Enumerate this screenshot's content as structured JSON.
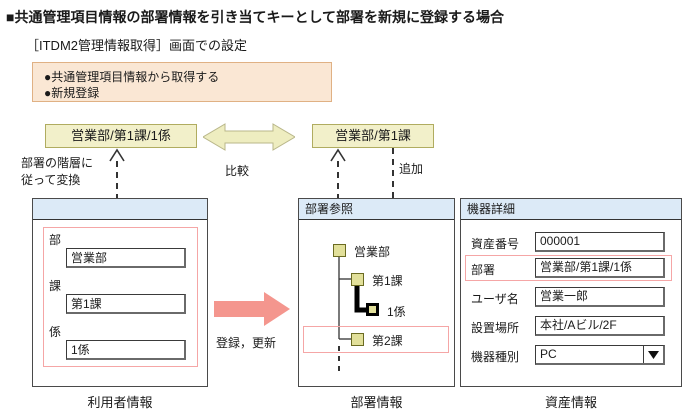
{
  "heading": "■共通管理項目情報の部署情報を引き当てキーとして部署を新規に登録する場合",
  "subheading": "［ITDM2管理情報取得］画面での設定",
  "note": {
    "lines": [
      "●共通管理項目情報から取得する",
      "●新規登録"
    ]
  },
  "keys": {
    "left": "営業部/第1課/1係",
    "right": "営業部/第1課"
  },
  "labels": {
    "compare": "比較",
    "convert_line1": "部署の階層に",
    "convert_line2": "従って変換",
    "add": "追加",
    "register": "登録，更新"
  },
  "panels": {
    "user": {
      "title": "",
      "caption": "利用者情報",
      "fields": [
        {
          "label": "部",
          "value": "営業部"
        },
        {
          "label": "課",
          "value": "第1課"
        },
        {
          "label": "係",
          "value": "1係"
        }
      ]
    },
    "dept": {
      "title": "部署参照",
      "caption": "部署情報",
      "tree": [
        {
          "label": "営業部",
          "level": 0,
          "selected": false
        },
        {
          "label": "第1課",
          "level": 1,
          "selected": false
        },
        {
          "label": "1係",
          "level": 2,
          "selected": true
        },
        {
          "label": "第2課",
          "level": 1,
          "selected": false
        }
      ]
    },
    "asset": {
      "title": "機器詳細",
      "caption": "資産情報",
      "fields": [
        {
          "label": "資産番号",
          "value": "000001",
          "type": "text"
        },
        {
          "label": "部署",
          "value": "営業部/第1課/1係",
          "type": "text"
        },
        {
          "label": "ユーザ名",
          "value": "営業一郎",
          "type": "text"
        },
        {
          "label": "設置場所",
          "value": "本社/Aビル/2F",
          "type": "text"
        },
        {
          "label": "機器種別",
          "value": "PC",
          "type": "select"
        }
      ]
    }
  },
  "colors": {
    "note_bg": "#fae7d4",
    "note_border": "#e0b184",
    "key_bg": "#f2f0ca",
    "key_border": "#b0ac60",
    "panel_title_bg": "#dceaf7",
    "highlight_border": "#f5a6a6",
    "register_arrow": "#f4968e",
    "compare_arrow": "#eeedc0",
    "tree_node": "#e2e09a"
  }
}
